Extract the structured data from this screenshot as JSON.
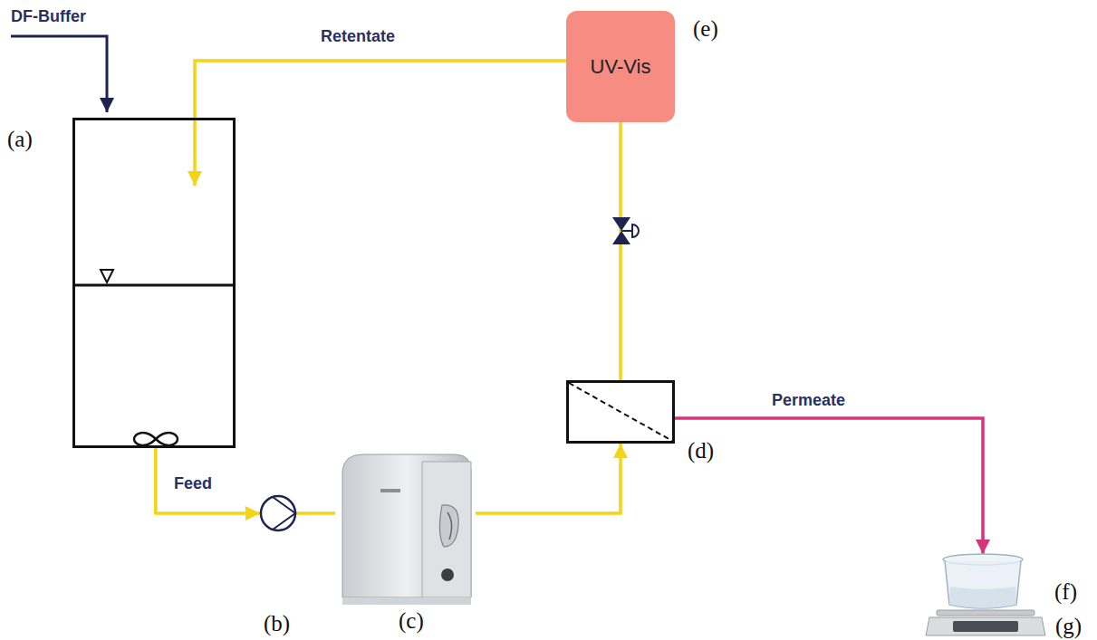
{
  "diagram": {
    "nodes": [
      {
        "text": [
          "(a)"
        ]
      },
      {
        "text": [
          "(b)"
        ]
      },
      {
        "text": [
          "(c)"
        ]
      },
      {
        "text": [
          "(d)"
        ]
      },
      {
        "text": [
          "UV-Vis",
          "(e)"
        ]
      },
      {
        "text": [
          "(f)"
        ]
      },
      {
        "text": [
          "(g)"
        ]
      }
    ],
    "edges": [
      {
        "from": 0,
        "to": 1,
        "label": "Feed",
        "arrow": "to"
      },
      {
        "from": 1,
        "to": 2,
        "arrow": "none"
      },
      {
        "from": 2,
        "to": 3,
        "arrow": "to"
      },
      {
        "from": 3,
        "to": 4,
        "arrow": "none"
      },
      {
        "from": 4,
        "to": 0,
        "label": "Retentate",
        "arrow": "to"
      },
      {
        "from": 3,
        "to": 5,
        "label": "Permeate",
        "arrow": "to"
      }
    ],
    "labels": [
      "DF-Buffer"
    ]
  }
}
